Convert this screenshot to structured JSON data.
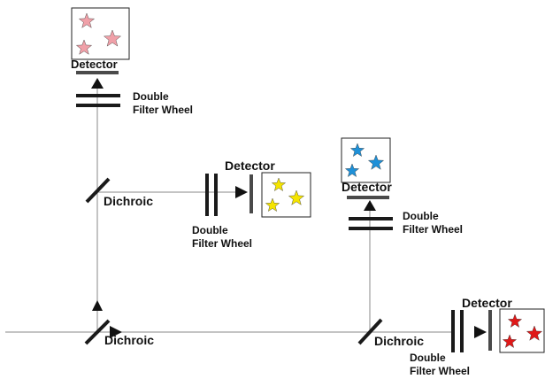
{
  "labels": {
    "detector": "Detector",
    "dichroic": "Dichroic",
    "filter_line1": "Double",
    "filter_line2": "Filter Wheel"
  },
  "colors": {
    "beam": "#8a8a8a",
    "optic": "#1a1a1a",
    "star_pink": "#f0a0a8",
    "star_yellow": "#f5e400",
    "star_blue": "#1e90d8",
    "star_red": "#e01818"
  },
  "icons": {
    "detector_pink": "pink-stars-image",
    "detector_yellow": "yellow-stars-image",
    "detector_blue": "blue-stars-image",
    "detector_red": "red-stars-image"
  }
}
